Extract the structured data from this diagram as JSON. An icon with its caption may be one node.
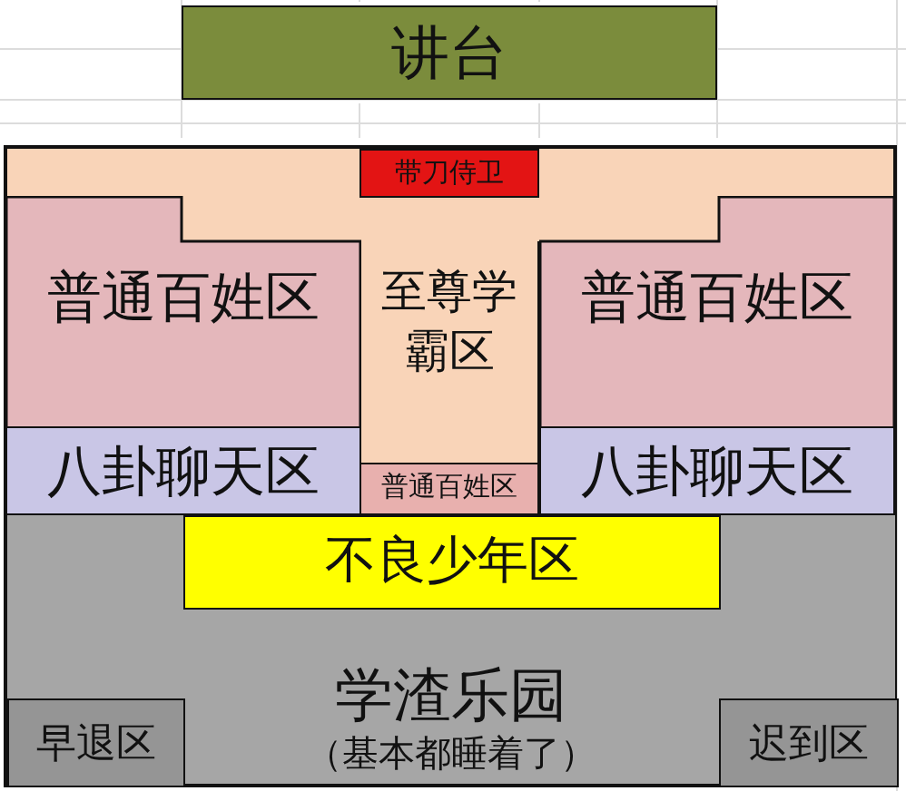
{
  "diagram": {
    "nodes": [
      {
        "text": [
          "讲台"
        ]
      },
      {
        "text": [
          "带刀侍卫"
        ]
      },
      {
        "text": [
          "普通百姓区"
        ]
      },
      {
        "text": [
          "至尊学霸区"
        ]
      },
      {
        "text": [
          "普通百姓区"
        ]
      },
      {
        "text": [
          "八卦聊天区"
        ]
      },
      {
        "text": [
          "普通百姓区"
        ]
      },
      {
        "text": [
          "八卦聊天区"
        ]
      },
      {
        "text": [
          "学渣乐园",
          "（基本都睡着了）"
        ]
      },
      {
        "text": [
          "不良少年区"
        ],
        "in": 8
      },
      {
        "text": [
          "早退区"
        ],
        "in": 8
      },
      {
        "text": [
          "迟到区"
        ],
        "in": 8
      }
    ]
  }
}
